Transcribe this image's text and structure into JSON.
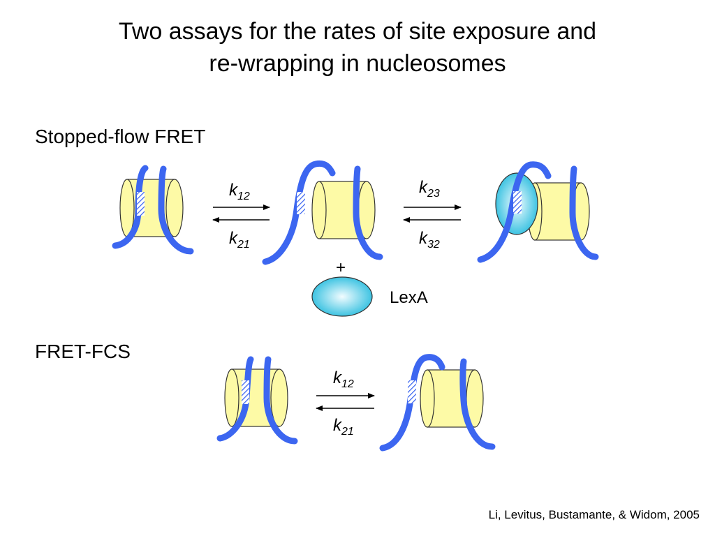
{
  "title": {
    "line1": "Two assays for the rates of site exposure and",
    "line2": "re-wrapping in nucleosomes"
  },
  "sections": {
    "stopped_flow": "Stopped-flow FRET",
    "fret_fcs": "FRET-FCS"
  },
  "rate_constants": {
    "k12": {
      "symbol": "k",
      "subscript": "12"
    },
    "k21": {
      "symbol": "k",
      "subscript": "21"
    },
    "k23": {
      "symbol": "k",
      "subscript": "23"
    },
    "k32": {
      "symbol": "k",
      "subscript": "32"
    }
  },
  "plus_sign": "+",
  "protein_label": "LexA",
  "citation": "Li, Levitus, Bustamante, & Widom, 2005",
  "colors": {
    "dna": "#3c66f0",
    "histone_fill": "#fdfaa6",
    "histone_stroke": "#333333",
    "lexa_edge": "#1ab8dc",
    "lexa_center": "#f2fcff",
    "site_hatch": "#3c66f0"
  }
}
